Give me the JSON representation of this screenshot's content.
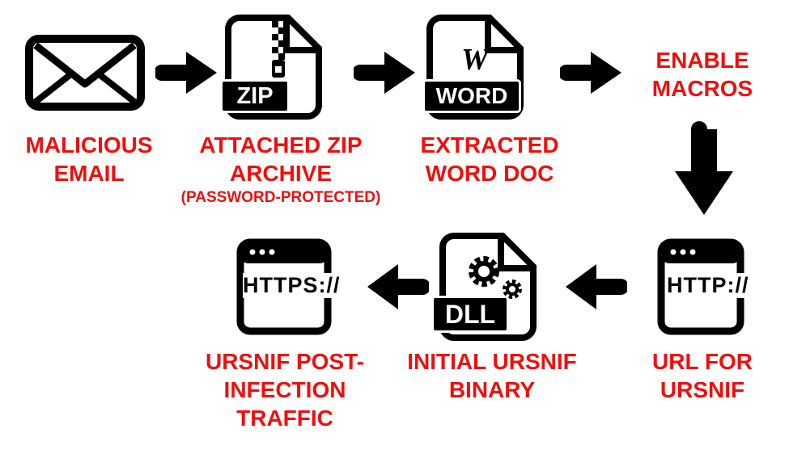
{
  "steps": {
    "email": {
      "label": [
        "MALICIOUS",
        "EMAIL"
      ],
      "icon": "envelope-icon"
    },
    "zip": {
      "label": [
        "ATTACHED ZIP",
        "ARCHIVE"
      ],
      "note": "(PASSWORD-PROTECTED)",
      "badge": "ZIP",
      "icon": "zip-file-icon"
    },
    "word": {
      "label": [
        "EXTRACTED",
        "WORD DOC"
      ],
      "badge": "WORD",
      "glyph": "W",
      "icon": "word-file-icon"
    },
    "macros": {
      "label": [
        "ENABLE",
        "MACROS"
      ]
    },
    "url": {
      "label": [
        "URL FOR",
        "URSNIF"
      ],
      "url_text": "HTTP://",
      "icon": "browser-window-icon"
    },
    "binary": {
      "label": [
        "INITIAL URSNIF",
        "BINARY"
      ],
      "badge": "DLL",
      "icon": "dll-file-icon"
    },
    "traffic": {
      "label": [
        "URSNIF POST-",
        "INFECTION",
        "TRAFFIC"
      ],
      "url_text": "HTTPS://",
      "icon": "browser-window-icon"
    }
  },
  "colors": {
    "label": "#f20d0d",
    "icon": "#000000"
  }
}
